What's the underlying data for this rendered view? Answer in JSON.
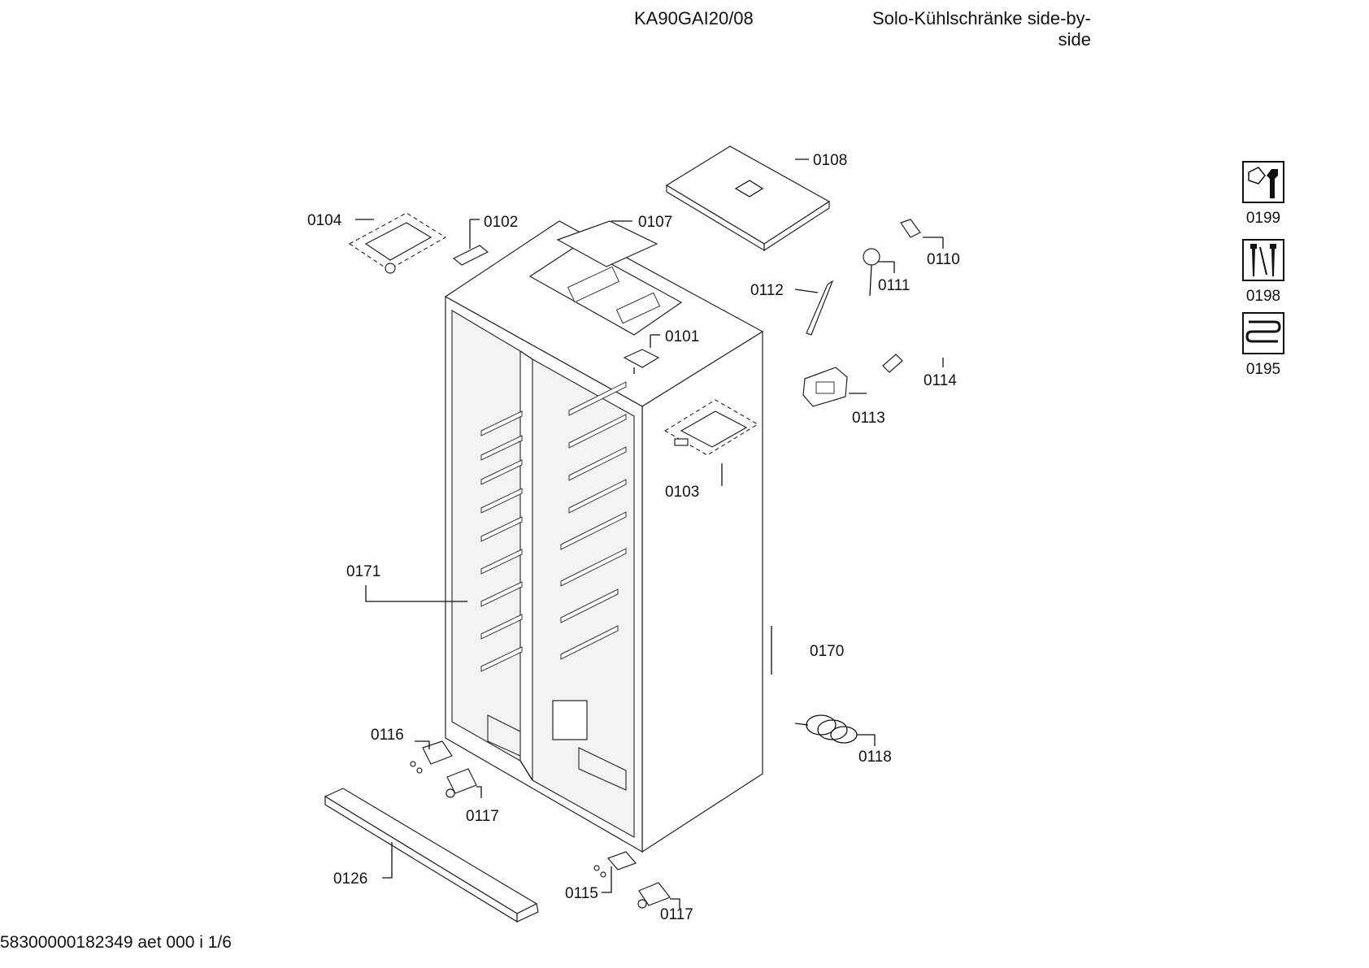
{
  "header": {
    "model": "KA90GAI20/08",
    "category_line1": "Solo-Kühlschränke side-by-",
    "category_line2": "side"
  },
  "footer": {
    "doc_id": "58300000182349 aet 000 i 1/6"
  },
  "parts": {
    "p0101": "0101",
    "p0102": "0102",
    "p0103": "0103",
    "p0104": "0104",
    "p0107": "0107",
    "p0108": "0108",
    "p0110": "0110",
    "p0111": "0111",
    "p0112": "0112",
    "p0113": "0113",
    "p0114": "0114",
    "p0115": "0115",
    "p0116": "0116",
    "p0117a": "0117",
    "p0117b": "0117",
    "p0118": "0118",
    "p0126": "0126",
    "p0170": "0170",
    "p0171": "0171"
  },
  "side_icons": [
    {
      "icon": "wrench-icon",
      "label": "0199"
    },
    {
      "icon": "screws-icon",
      "label": "0198"
    },
    {
      "icon": "heater-coil-icon",
      "label": "0195"
    }
  ]
}
